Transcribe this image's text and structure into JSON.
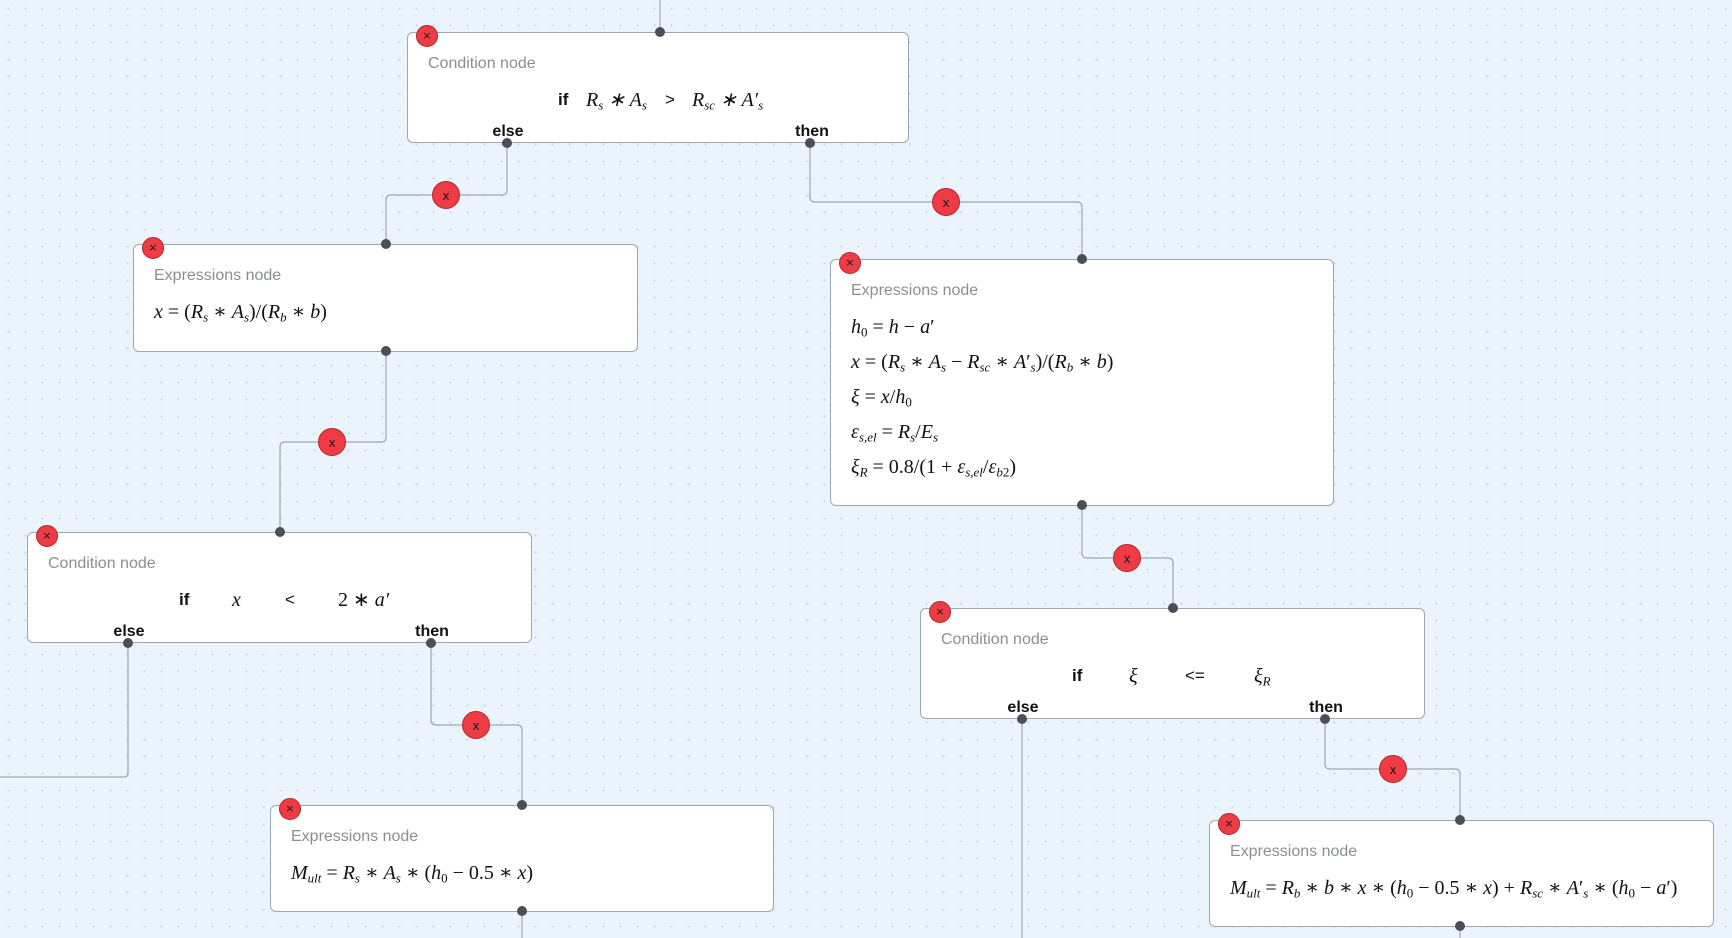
{
  "labels": {
    "condition_node": "Condition node",
    "expressions_node": "Expressions node",
    "if": "if",
    "else": "else",
    "then": "then",
    "delete": "×",
    "edge_delete": "x"
  },
  "colors": {
    "edge": "#9ea6b0",
    "delete": "#ef3b43",
    "port": "#4a4f57"
  },
  "nodes": {
    "cond1": {
      "lhs": "R_s * A_s",
      "op": ">",
      "rhs": "R_sc * A'_s"
    },
    "expr_left1": {
      "expressions": [
        "x = (R_s * A_s)/(R_b * b)"
      ]
    },
    "expr_right1": {
      "expressions": [
        "h_0 = h - a'",
        "x = (R_s * A_s - R_sc * A'_s)/(R_b * b)",
        "ξ = x/h_0",
        "ε_s,el = R_s/E_s",
        "ξ_R = 0.8/(1 + ε_s,el/ε_b2)"
      ]
    },
    "cond2": {
      "lhs": "x",
      "op": "<",
      "rhs": "2 * a'"
    },
    "cond3": {
      "lhs": "ξ",
      "op": "<=",
      "rhs": "ξ_R"
    },
    "expr_left2": {
      "expressions": [
        "M_ult = R_s * A_s * (h_0 - 0.5 * x)"
      ]
    },
    "expr_right2": {
      "expressions": [
        "M_ult = R_b * b * x * (h_0 - 0.5 * x) + R_sc * A'_s * (h_0 - a')"
      ]
    }
  }
}
